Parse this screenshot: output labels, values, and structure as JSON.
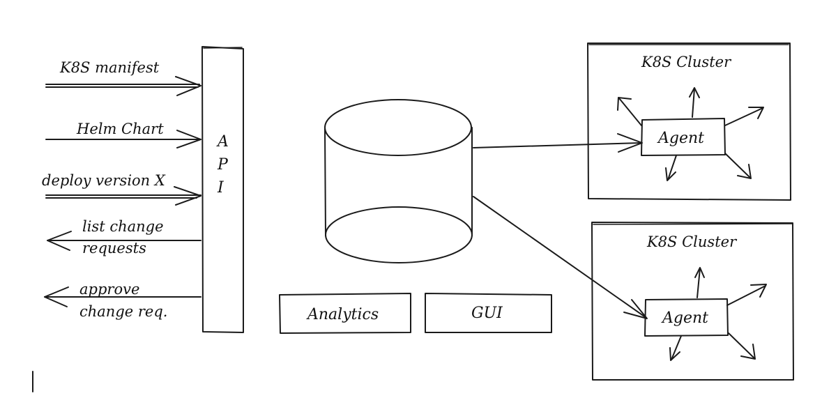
{
  "inputs": [
    {
      "label": "K8S manifest",
      "direction": "in"
    },
    {
      "label": "Helm Chart",
      "direction": "in"
    },
    {
      "label": "deploy version X",
      "direction": "in"
    }
  ],
  "outputs": [
    {
      "label_line1": "list change",
      "label_line2": "requests",
      "direction": "out"
    },
    {
      "label_line1": "approve",
      "label_line2": "change req.",
      "direction": "out"
    }
  ],
  "api": {
    "letters": [
      "A",
      "P",
      "I"
    ]
  },
  "storage": {
    "shape": "cylinder"
  },
  "services": {
    "analytics_label": "Analytics",
    "gui_label": "GUI"
  },
  "clusters": [
    {
      "title": "K8S Cluster",
      "agent_label": "Agent"
    },
    {
      "title": "K8S Cluster",
      "agent_label": "Agent"
    }
  ],
  "colors": {
    "ink": "#1a1a1a",
    "background": "#ffffff"
  }
}
